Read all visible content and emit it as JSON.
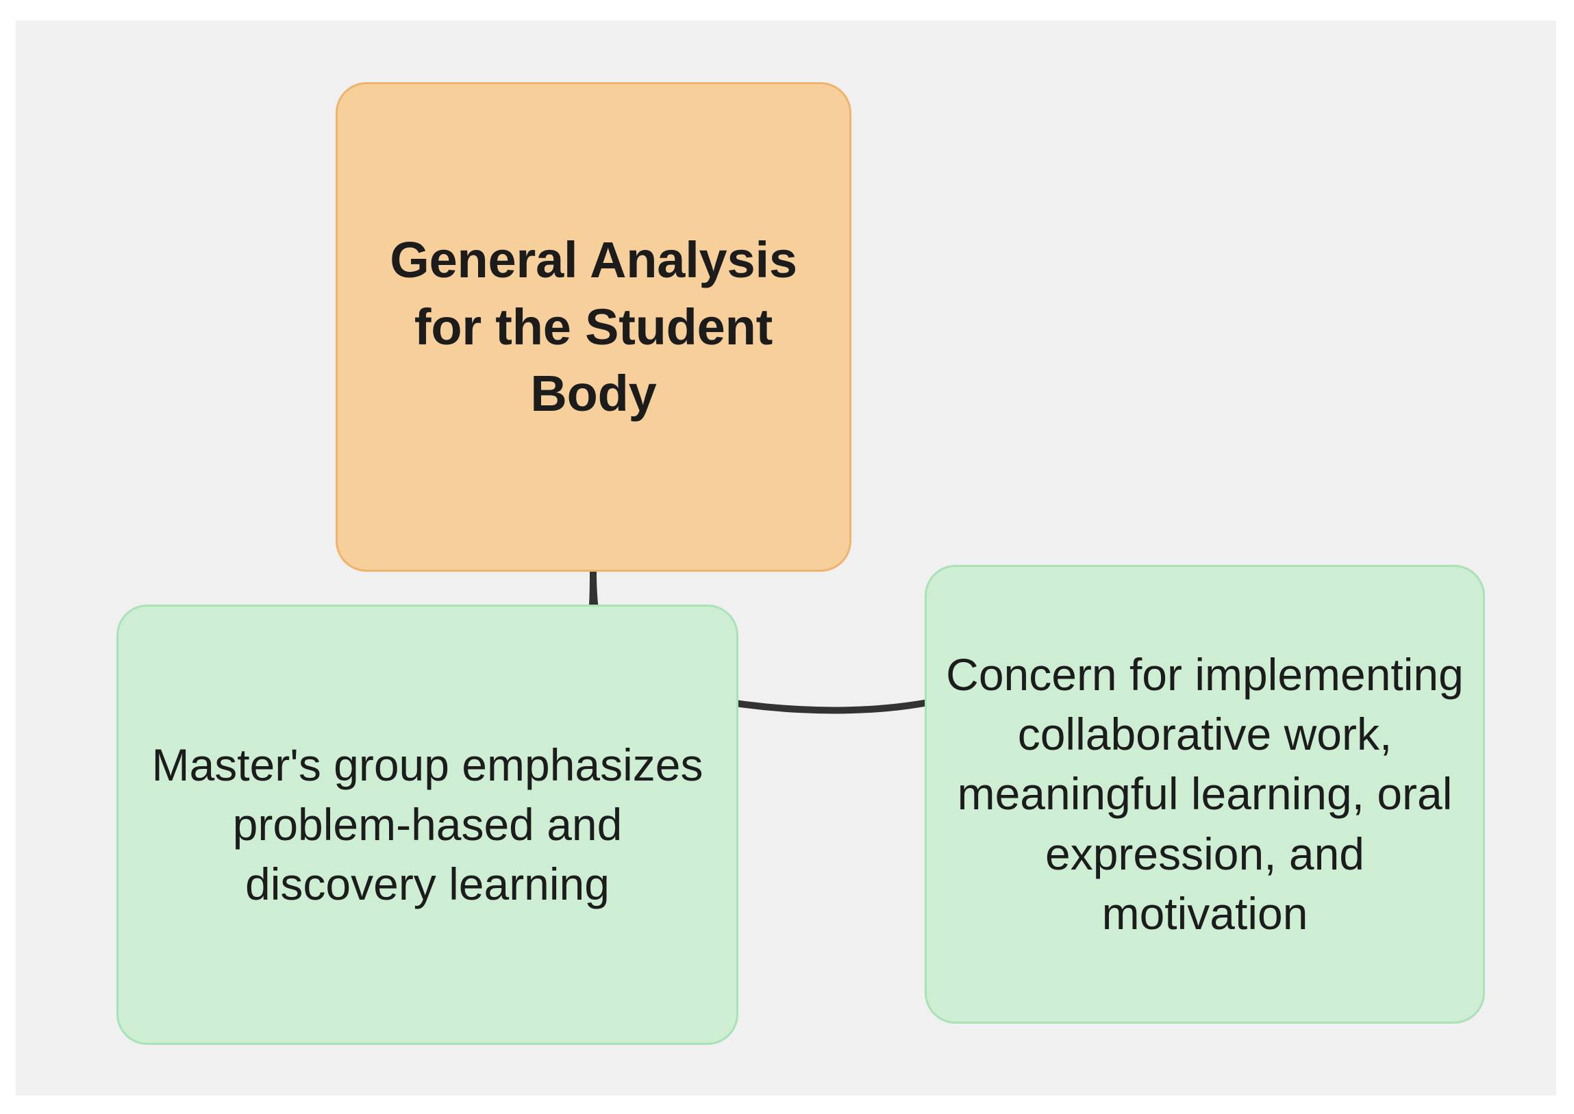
{
  "canvas": {
    "background_color": "#f0f0f0",
    "page_background_color": "#ffffff"
  },
  "diagram": {
    "type": "flowchart",
    "direction": "top-down",
    "nodes": [
      {
        "id": "root",
        "label": "General Analysis for the Student Body",
        "shape": "rounded-rectangle",
        "fill_color": "#f7cf9a",
        "border_color": "#f0b36d",
        "text_color": "#1c1c1c",
        "bold": true
      },
      {
        "id": "leaf_left",
        "label": "Master's group emphasizes problem-hased and discovery learning",
        "shape": "rounded-rectangle",
        "fill_color": "#cdeed3",
        "border_color": "#a9e2b6",
        "text_color": "#1c1c1c",
        "bold": false
      },
      {
        "id": "leaf_right",
        "label": "Concern for implementing collaborative work, meaningful learning, oral expression, and motivation",
        "shape": "rounded-rectangle",
        "fill_color": "#cdeed3",
        "border_color": "#a9e2b6",
        "text_color": "#1c1c1c",
        "bold": false
      }
    ],
    "edges": [
      {
        "from": "root",
        "to": "leaf_left",
        "style": "curved",
        "arrowhead": "filled-triangle",
        "color": "#333333"
      },
      {
        "from": "root",
        "to": "leaf_right",
        "style": "curved",
        "arrowhead": "filled-triangle",
        "color": "#333333"
      }
    ]
  }
}
